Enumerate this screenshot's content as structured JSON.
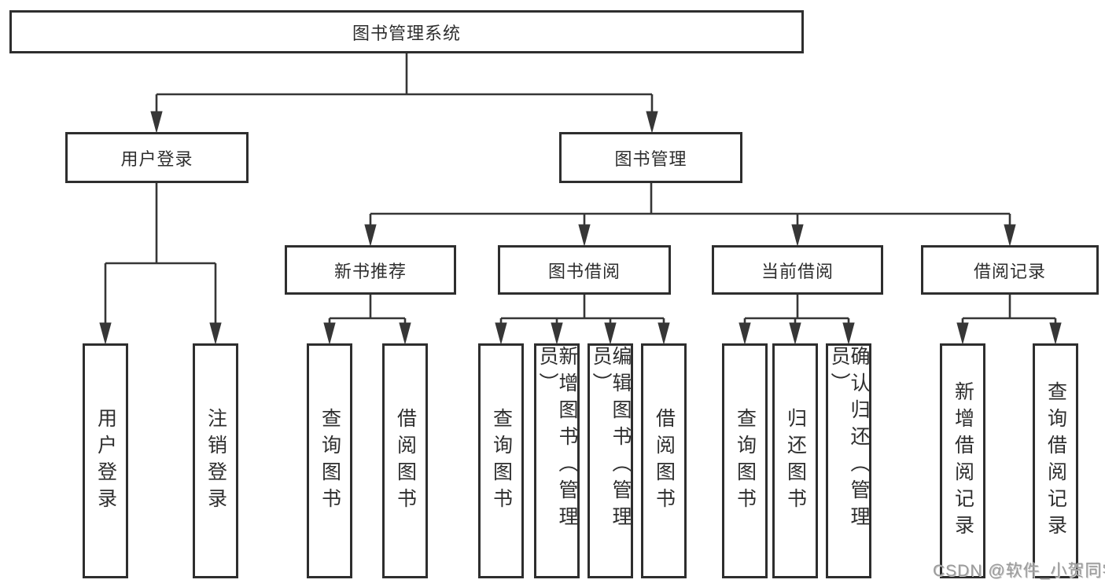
{
  "watermark": "CSDN @软件_小贺同学",
  "colors": {
    "line": "#363636",
    "node_border": "#2e2e2e",
    "node_text": "#2e2e2e",
    "node_background": "#ffffff",
    "watermark_text": "#9b9b9b",
    "page_background": "#ffffff"
  },
  "tree": {
    "root": {
      "label": "图书管理系统"
    },
    "branches": [
      {
        "label": "用户登录",
        "leaves": [
          {
            "label": "用户登录"
          },
          {
            "label": "注销登录"
          }
        ]
      },
      {
        "label": "图书管理",
        "children": [
          {
            "label": "新书推荐",
            "leaves": [
              {
                "label": "查询图书"
              },
              {
                "label": "借阅图书"
              }
            ]
          },
          {
            "label": "图书借阅",
            "leaves": [
              {
                "label": "查询图书"
              },
              {
                "label": "新增图书（管理员）"
              },
              {
                "label": "编辑图书（管理员）"
              },
              {
                "label": "借阅图书"
              }
            ]
          },
          {
            "label": "当前借阅",
            "leaves": [
              {
                "label": "查询图书"
              },
              {
                "label": "归还图书"
              },
              {
                "label": "确认归还（管理员）"
              }
            ]
          },
          {
            "label": "借阅记录",
            "leaves": [
              {
                "label": "新增借阅记录"
              },
              {
                "label": "查询借阅记录"
              }
            ]
          }
        ]
      }
    ]
  }
}
